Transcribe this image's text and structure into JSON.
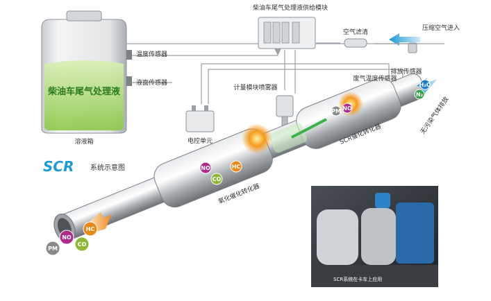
{
  "labels": {
    "supply_module": "柴油车尾气处理液供给模块",
    "air_filter": "空气滤清",
    "compressed_air_in": "压缩空气进入",
    "temp_sensor": "温度传感器",
    "level_sensor": "液面传感器",
    "tank_liquid": "柴油车尾气处理液",
    "tank": "溶液箱",
    "ecu": "电控单元",
    "dosing_injector": "计量模块喷雾器",
    "exhaust_temp_sensor": "废气温度传感器",
    "emission_sensor": "排放传感器",
    "clean_emission": "无污染气体排放",
    "scr_catalyst": "SCR催化转化器",
    "oxidation_catalyst": "氧化催化转化器",
    "scr_logo": "SCR",
    "system_diagram": "系统示意图",
    "photo_caption": "SCR系统在卡车上应用"
  },
  "molecules": {
    "inlet": [
      {
        "text": "PM",
        "color": "#8a8a8a"
      },
      {
        "text": "NO",
        "color": "#b02a8a"
      },
      {
        "text": "HC",
        "color": "#e88a1a"
      },
      {
        "text": "CO",
        "color": "#8fb83a"
      }
    ],
    "oxidation": [
      {
        "text": "NO",
        "color": "#b02a8a"
      },
      {
        "text": "HC",
        "color": "#e88a1a"
      },
      {
        "text": "CO",
        "color": "#8fb83a"
      }
    ],
    "scr": [
      {
        "text": "PM",
        "color": "#8a8a8a"
      },
      {
        "text": "NO",
        "color": "#b02a8a"
      }
    ],
    "outlet": [
      {
        "text": "H₂O",
        "color": "#1e7fc8"
      },
      {
        "text": "N₂",
        "color": "#3aa04a"
      }
    ]
  },
  "colors": {
    "accent_blue": "#1e9ad6",
    "liquid_green": "#a8d86a",
    "pipe_gray": "#b8bcc0"
  }
}
